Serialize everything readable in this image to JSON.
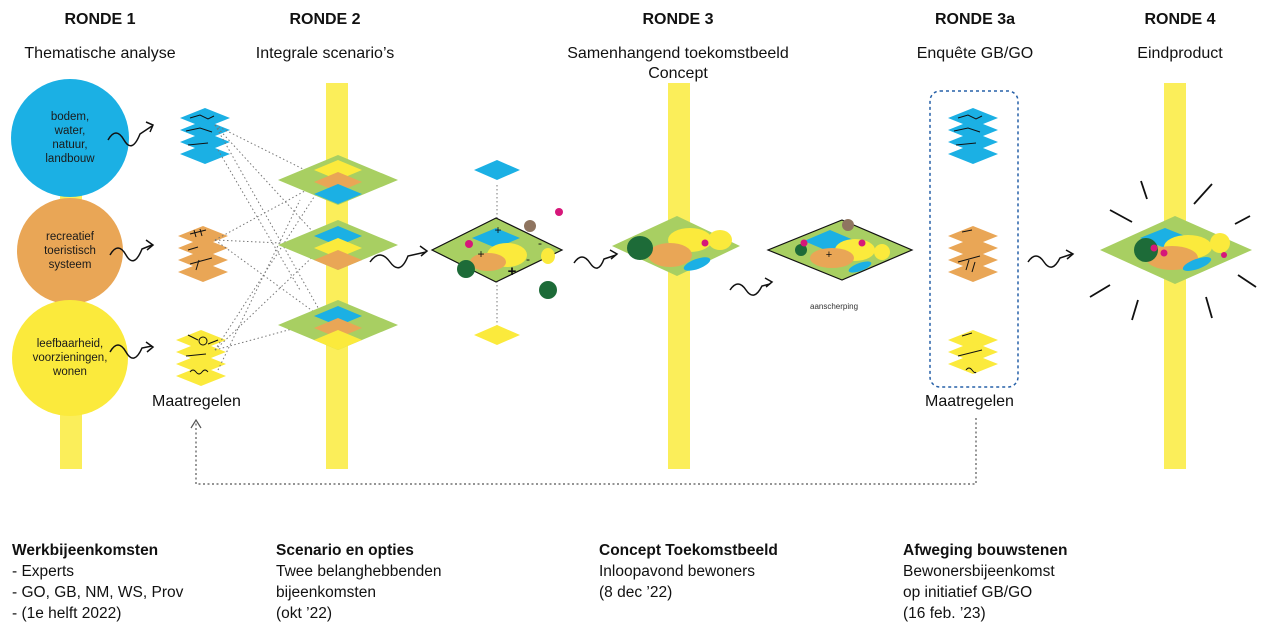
{
  "rounds": [
    {
      "number": "RONDE 1",
      "title": "Thematische analyse"
    },
    {
      "number": "RONDE 2",
      "title": "Integrale scenario’s"
    },
    {
      "number": "RONDE 3",
      "title": "Samenhangend toekomstbeeld",
      "title2": "Concept"
    },
    {
      "number": "RONDE 3a",
      "title": "Enquête GB/GO"
    },
    {
      "number": "RONDE 4",
      "title": "Eindproduct"
    }
  ],
  "themes": [
    {
      "label_lines": [
        "bodem,",
        "water,",
        "natuur,",
        "landbouw"
      ],
      "color": "#1bb0e4"
    },
    {
      "label_lines": [
        "recreatief",
        "toeristisch",
        "systeem"
      ],
      "color": "#e9a656"
    },
    {
      "label_lines": [
        "leefbaarheid,",
        "voorzieningen,",
        "wonen"
      ],
      "color": "#fbea3c"
    }
  ],
  "labels": {
    "maatregelen_left": "Maatregelen",
    "maatregelen_right": "Maatregelen",
    "aanscherping": "aanscherping"
  },
  "bottom": [
    {
      "head": "Werkbijeenkomsten",
      "lines": [
        "- Experts",
        "- GO, GB, NM, WS, Prov",
        "- (1e helft 2022)"
      ]
    },
    {
      "head": "Scenario en opties",
      "lines": [
        "Twee belanghebbenden",
        "bijeenkomsten",
        "(okt ’22)"
      ]
    },
    {
      "head": "Concept Toekomstbeeld",
      "lines": [
        "Inloopavond bewoners",
        "(8 dec ’22)"
      ]
    },
    {
      "head": "Afweging bouwstenen",
      "lines": [
        "Bewonersbijeenkomst",
        "op initiatief GB/GO",
        "(16 feb. ’23)"
      ]
    }
  ],
  "colors": {
    "yellow_bar": "#fbee5a",
    "blue": "#1bb0e4",
    "orange": "#e9a656",
    "yellow": "#fbea3c",
    "green": "#a8cf62",
    "dark_green": "#1d6b38",
    "magenta": "#d6177a",
    "brown": "#8f7560",
    "dashed_blue": "#2660a8"
  }
}
